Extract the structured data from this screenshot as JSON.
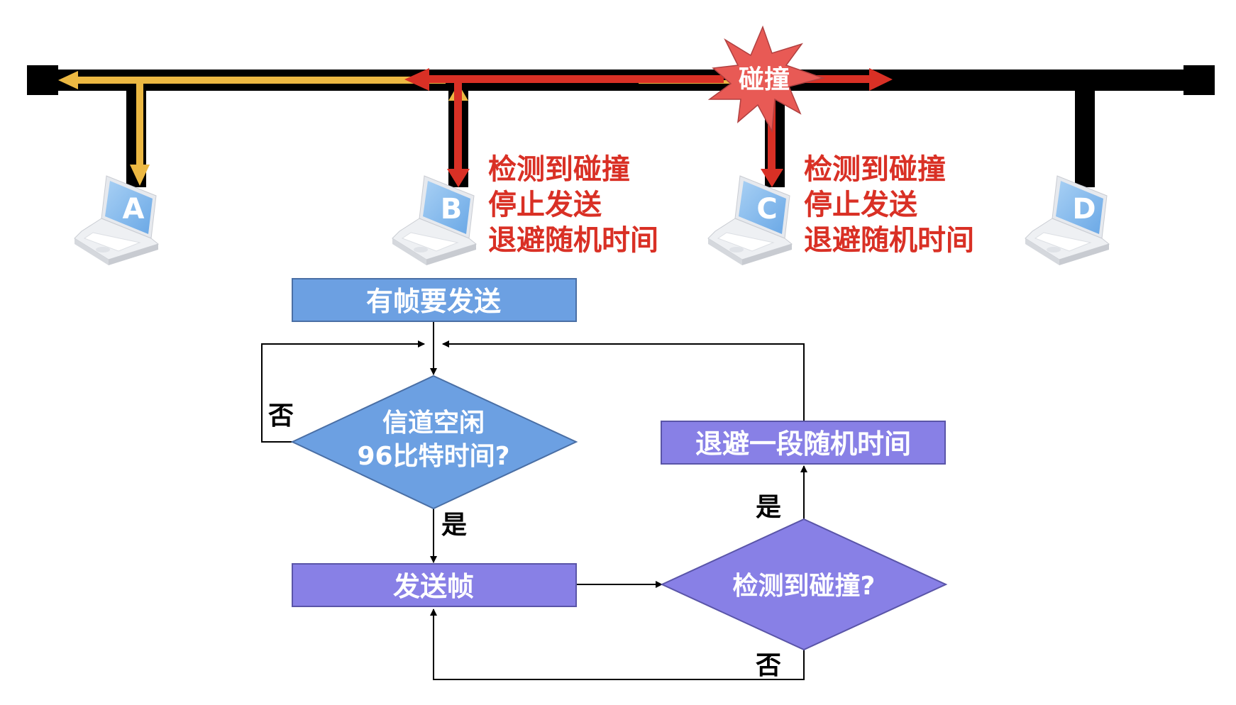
{
  "colors": {
    "bus": "#000000",
    "signal_a": "#ecb842",
    "signal_collision": "#d93025",
    "starburst": "#e85a55",
    "box_blue": "#6ca0e2",
    "box_blue_border": "#4a6fa5",
    "box_purple": "#8880e6",
    "box_purple_border": "#5a55a8",
    "screen_blue": "#7ab3ea"
  },
  "network": {
    "collision_label": "碰撞",
    "stations": [
      {
        "id": "A",
        "label": "A"
      },
      {
        "id": "B",
        "label": "B"
      },
      {
        "id": "C",
        "label": "C"
      },
      {
        "id": "D",
        "label": "D"
      }
    ],
    "annotations": {
      "B": [
        "检测到碰撞",
        "停止发送",
        "退避随机时间"
      ],
      "C": [
        "检测到碰撞",
        "停止发送",
        "退避随机时间"
      ]
    }
  },
  "flowchart": {
    "start": "有帧要发送",
    "decision_idle": [
      "信道空闲",
      "96比特时间?"
    ],
    "send": "发送帧",
    "decision_collision": "检测到碰撞?",
    "backoff": "退避一段随机时间",
    "yes_label": "是",
    "no_label": "否"
  }
}
